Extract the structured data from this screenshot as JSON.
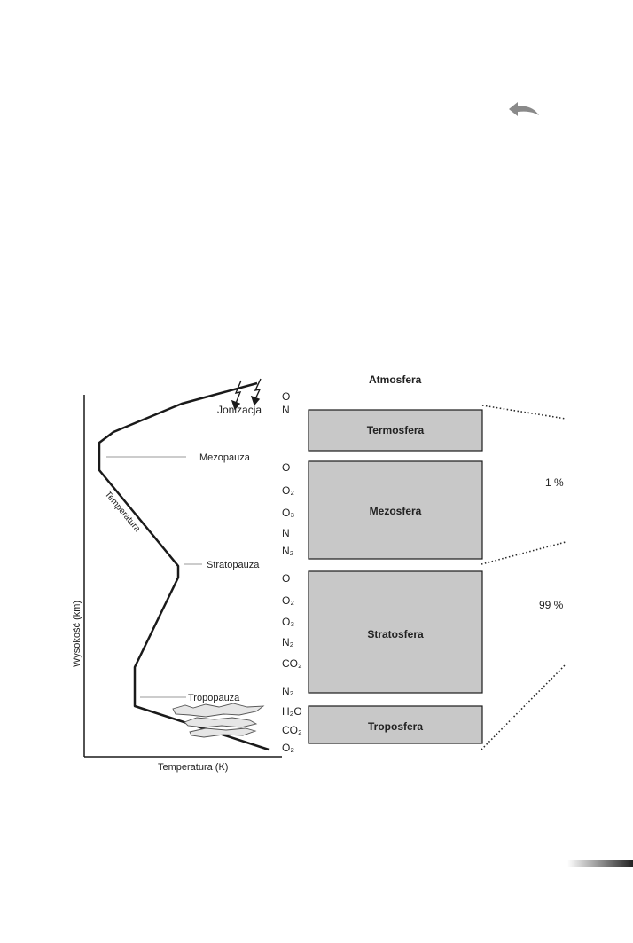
{
  "back_icon": {
    "name": "back-arrow-icon",
    "color": "#8a8a8a"
  },
  "diagram": {
    "title": "Atmosfera",
    "y_axis_label": "Wysokość (km)",
    "x_axis_label": "Temperatura (K)",
    "curve_label": "Temperatura",
    "annotations": {
      "ionization": "Jonizacja",
      "mesopause": "Mezopauza",
      "stratopause": "Stratopauza",
      "tropopause": "Tropopauza"
    },
    "layers": {
      "thermosphere": "Termosfera",
      "mesosphere": "Mezosfera",
      "stratosphere": "Stratosfera",
      "troposphere": "Troposfera"
    },
    "percentages": {
      "upper": "1 %",
      "lower": "99 %"
    },
    "gases": {
      "thermosphere": [
        "O",
        "N"
      ],
      "mesosphere": [
        "O",
        "O₂",
        "O₃",
        "N",
        "N₂"
      ],
      "stratosphere": [
        "O",
        "O₂",
        "O₃",
        "N₂",
        "CO₂",
        "N₂"
      ],
      "troposphere": [
        "H₂O",
        "CO₂",
        "O₂"
      ]
    },
    "colors": {
      "layer_fill": "#c8c8c8",
      "cloud_fill": "#e6e6e6"
    }
  }
}
